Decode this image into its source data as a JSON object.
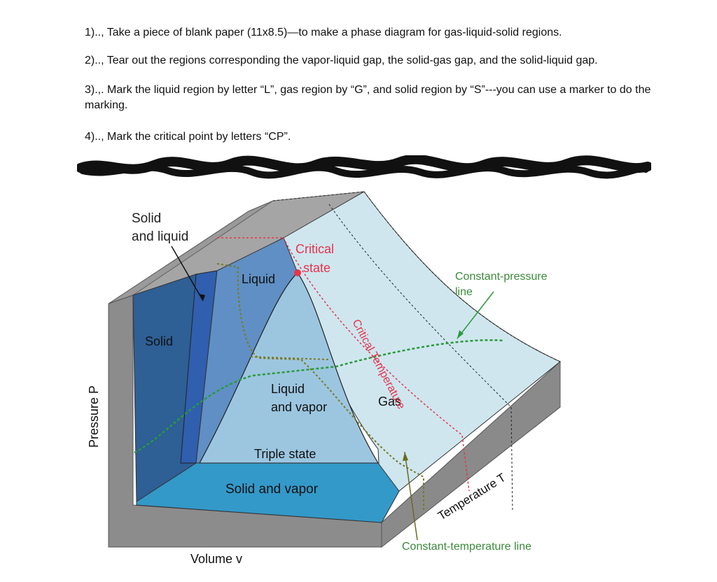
{
  "instructions": [
    "1).., Take a piece of blank paper (11x8.5)—to make a phase diagram for gas-liquid-solid regions.",
    "2).., Tear out the regions corresponding the vapor-liquid gap, the solid-gas gap, and the solid-liquid gap.",
    "3).,. Mark the liquid region by letter “L”, gas region by “G”, and solid region by “S”---you can use a marker to do the marking.",
    "4).., Mark the critical point by letters “CP”."
  ],
  "diagram": {
    "labels": {
      "solid_and_liquid_1": "Solid",
      "solid_and_liquid_2": "and liquid",
      "critical_state_1": "Critical",
      "critical_state_2": "state",
      "liquid": "Liquid",
      "solid": "Solid",
      "liquid_and_vapor_1": "Liquid",
      "liquid_and_vapor_2": "and vapor",
      "gas": "Gas",
      "triple_state": "Triple state",
      "solid_and_vapor": "Solid and vapor",
      "critical_temperature": "Critical Temperature",
      "constant_pressure_1": "Constant-pressure",
      "constant_pressure_2": "line",
      "constant_temperature": "Constant-temperature line",
      "temperature_axis": "Temperature  T",
      "volume_axis": "Volume  v",
      "pressure_axis": "Pressure  P"
    },
    "colors": {
      "block_gray": "#8c8c8c",
      "solid_dark": "#2e5f95",
      "solid_liquid_band": "#2f5fae",
      "liquid": "#5f8fc4",
      "liquid_vapor": "#9cc6e0",
      "gas_surface": "#cfe6ef",
      "solid_vapor": "#3399c9",
      "critical_red": "#e8334a",
      "green_line": "#2a9a3a",
      "olive_line": "#7a7a20",
      "label_green": "#3a8a3a"
    }
  }
}
